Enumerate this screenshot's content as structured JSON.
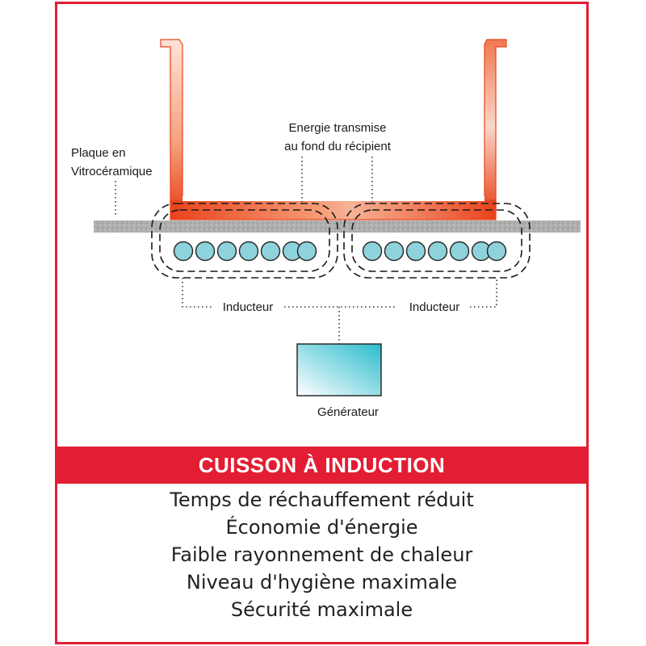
{
  "labels": {
    "plaque_line1": "Plaque en",
    "plaque_line2": "Vitrocéramique",
    "energie_line1": "Energie transmise",
    "energie_line2": "au fond du récipient",
    "inducteur_left": "Inducteur",
    "inducteur_right": "Inducteur",
    "generateur": "Générateur"
  },
  "banner": {
    "title": "CUISSON À INDUCTION"
  },
  "benefits": [
    "Temps de réchauffement réduit",
    "Économie d'énergie",
    "Faible rayonnement de chaleur",
    "Niveau d'hygiène maximale",
    "Sécurité maximale"
  ],
  "colors": {
    "frame": "#e31d33",
    "banner": "#e31d33",
    "pot_hot": "#e8431c",
    "pot_light": "#fde3d8",
    "coil": "#8ed3dc",
    "generator": "#2bbccd",
    "plate": "#a9a9a9"
  },
  "icons": [
    "cooking-pot-icon",
    "coil-icon",
    "generator-box-icon"
  ]
}
